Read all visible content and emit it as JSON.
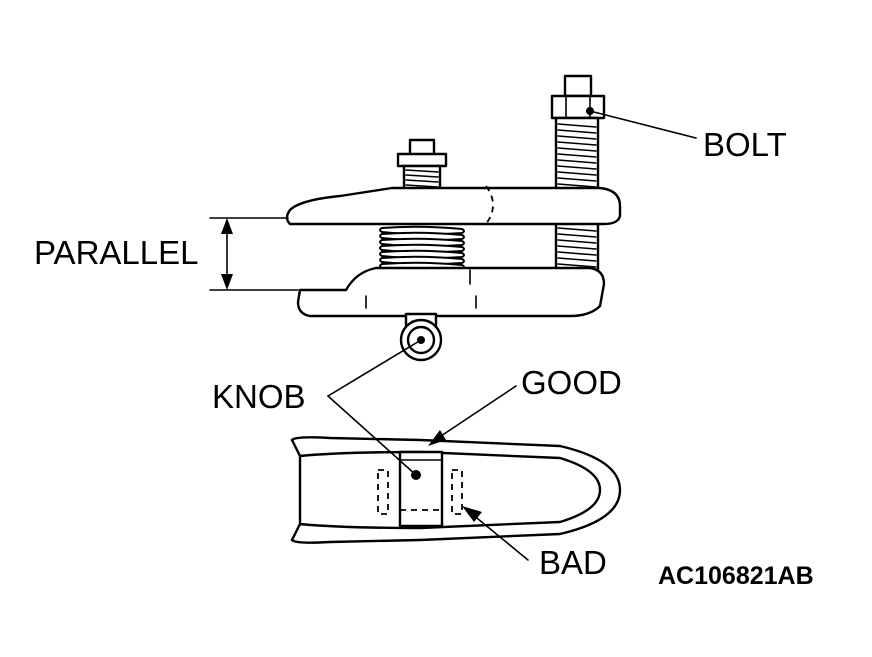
{
  "labels": {
    "bolt": "BOLT",
    "parallel": "PARALLEL",
    "knob": "KNOB",
    "good": "GOOD",
    "bad": "BAD"
  },
  "figure_code": "AC106821AB"
}
